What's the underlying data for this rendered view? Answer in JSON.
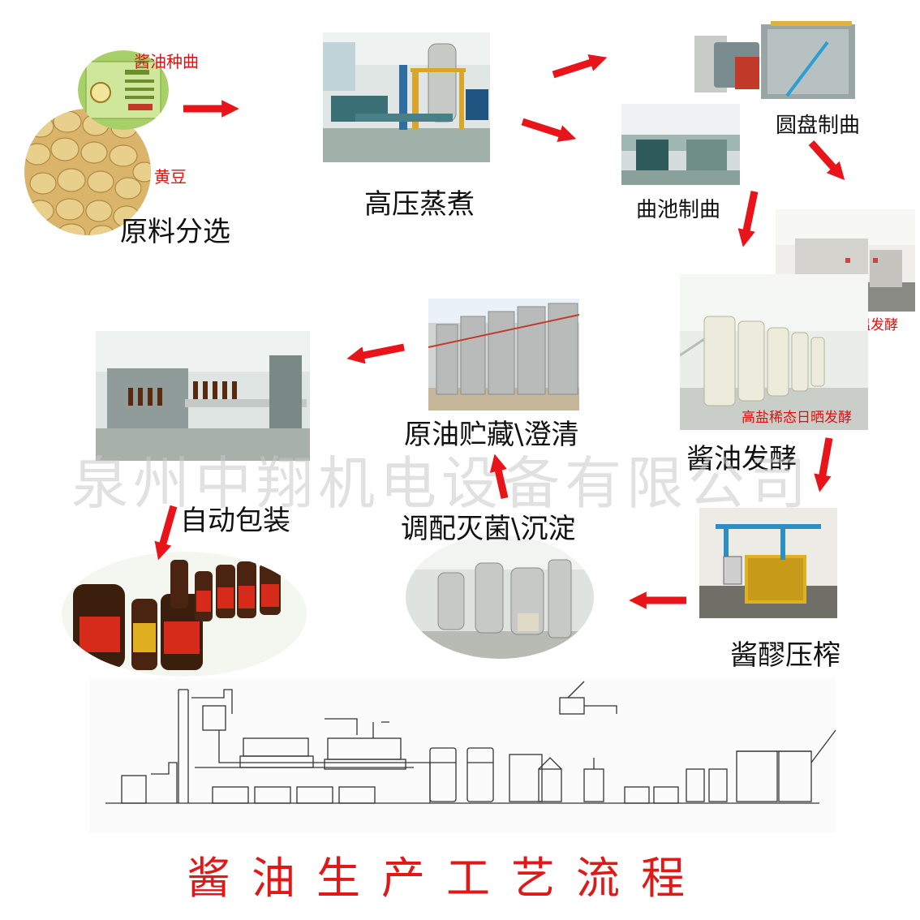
{
  "diagram": {
    "steps": {
      "raw_material": {
        "label": "原料分选",
        "note_koji": "酱油种曲",
        "note_soybean": "黄豆"
      },
      "steaming": {
        "label": "高压蒸煮"
      },
      "disc_koji": {
        "label": "圆盘制曲"
      },
      "pool_koji": {
        "label": "曲池制曲"
      },
      "low_salt": {
        "note": "全自动低盐保温发酵"
      },
      "fermentation": {
        "label": "酱油发酵",
        "note": "高盐稀态日晒发酵"
      },
      "pressing": {
        "label": "酱醪压榨"
      },
      "blending": {
        "label": "调配灭菌\\沉淀"
      },
      "storage": {
        "label": "原油贮藏\\澄清"
      },
      "packaging": {
        "label": "自动包装"
      }
    },
    "watermark": "泉州中翔机电设备有限公司",
    "title": "酱油生产工艺流程",
    "colors": {
      "arrow": "#e8141a",
      "title": "#e01818",
      "note": "#e01010"
    }
  }
}
